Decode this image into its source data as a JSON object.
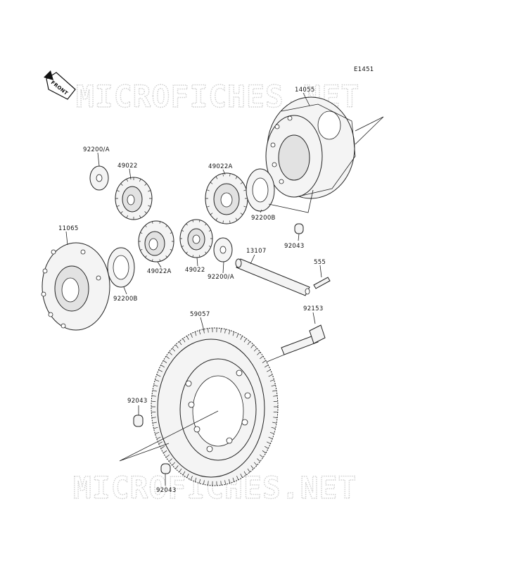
{
  "diagram": {
    "code": "E1451",
    "front_label": "FRONT",
    "watermark_top": "MICROFICHES.NET",
    "watermark_bottom": "MICROFICHES.NET",
    "part_labels": {
      "p14055": "14055",
      "p92200a_left": "92200/A",
      "p49022_left": "49022",
      "p49022a_top": "49022A",
      "p92200b_right": "92200B",
      "p92043_top": "92043",
      "p11065": "11065",
      "p92200b_left": "92200B",
      "p49022a_bottom": "49022A",
      "p49022_bottom": "49022",
      "p92200a_bottom": "92200/A",
      "p13107": "13107",
      "p555": "555",
      "p92153": "92153",
      "p59057": "59057",
      "p92043_mid": "92043",
      "p92043_bottom": "92043"
    }
  }
}
